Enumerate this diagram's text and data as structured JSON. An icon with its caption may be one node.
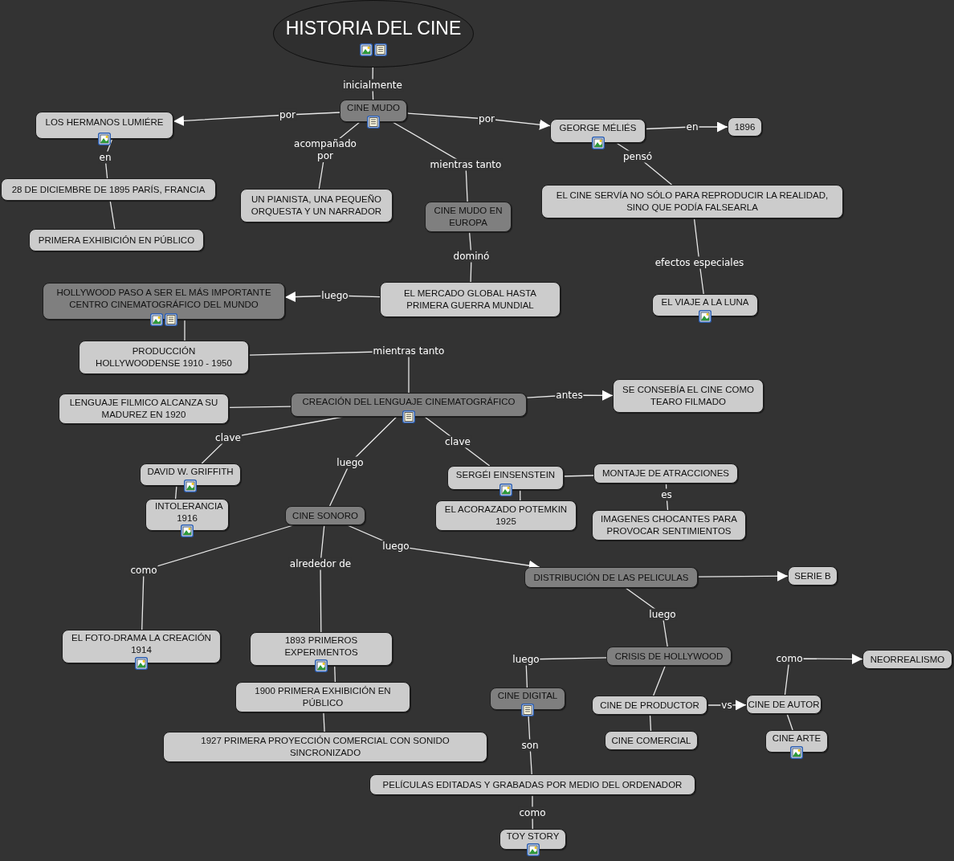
{
  "diagram": {
    "nodes": [
      {
        "text": [
          "HISTORIA DEL CINE"
        ]
      },
      {
        "text": [
          "CINE MUDO"
        ]
      },
      {
        "text": [
          "LOS HERMANOS LUMIÉRE"
        ]
      },
      {
        "text": [
          "GEORGE MÉLIÉS"
        ]
      },
      {
        "text": [
          "1896"
        ]
      },
      {
        "text": [
          "28 DE DICIEMBRE DE 1895 PARÍS, FRANCIA"
        ]
      },
      {
        "text": [
          "PRIMERA EXHIBICIÓN EN PÚBLICO"
        ]
      },
      {
        "text": [
          "UN PIANISTA, UNA PEQUEÑO ORQUESTA Y UN NARRADOR"
        ]
      },
      {
        "text": [
          "CINE MUDO EN EUROPA"
        ]
      },
      {
        "text": [
          "EL CINE SERVÍA NO SÓLO PARA REPRODUCIR LA REALIDAD, SINO QUE PODÍA FALSEARLA"
        ]
      },
      {
        "text": [
          "EL MERCADO GLOBAL HASTA PRIMERA GUERRA MUNDIAL"
        ]
      },
      {
        "text": [
          "HOLLYWOOD PASO A SER EL MÁS IMPORTANTE CENTRO CINEMATOGRÁFICO DEL MUNDO"
        ]
      },
      {
        "text": [
          "EL VIAJE A LA LUNA"
        ]
      },
      {
        "text": [
          "PRODUCCIÓN HOLLYWOODENSE 1910 - 1950"
        ]
      },
      {
        "text": [
          "CREACIÓN DEL LENGUAJE CINEMATOGRÁFICO"
        ]
      },
      {
        "text": [
          "SE CONSEBÍA EL CINE COMO TEARO FILMADO"
        ]
      },
      {
        "text": [
          "LENGUAJE FILMICO ALCANZA SU MADUREZ EN 1920"
        ]
      },
      {
        "text": [
          "DAVID W. GRIFFITH"
        ]
      },
      {
        "text": [
          "SERGÉI EINSENSTEIN"
        ]
      },
      {
        "text": [
          "MONTAJE DE ATRACCIONES"
        ]
      },
      {
        "text": [
          "INTOLERANCIA 1916"
        ]
      },
      {
        "text": [
          "EL ACORAZADO POTEMKIN 1925"
        ]
      },
      {
        "text": [
          "IMAGENES CHOCANTES PARA PROVOCAR SENTIMIENTOS"
        ]
      },
      {
        "text": [
          "CINE SONORO"
        ]
      },
      {
        "text": [
          "DISTRIBUCIÓN DE LAS PELICULAS"
        ]
      },
      {
        "text": [
          "SERIE B"
        ]
      },
      {
        "text": [
          "EL FOTO-DRAMA LA CREACIÓN 1914"
        ]
      },
      {
        "text": [
          "1893 PRIMEROS EXPERIMENTOS"
        ]
      },
      {
        "text": [
          "CRISIS DE HOLLYWOOD"
        ]
      },
      {
        "text": [
          "NEORREALISMO"
        ]
      },
      {
        "text": [
          "CINE DIGITAL"
        ]
      },
      {
        "text": [
          "CINE DE PRODUCTOR"
        ]
      },
      {
        "text": [
          "CINE DE AUTOR"
        ]
      },
      {
        "text": [
          "1900 PRIMERA EXHIBICIÓN EN PÚBLICO"
        ]
      },
      {
        "text": [
          "CINE COMERCIAL"
        ]
      },
      {
        "text": [
          "CINE ARTE"
        ]
      },
      {
        "text": [
          "1927 PRIMERA PROYECCIÓN COMERCIAL CON SONIDO SINCRONIZADO"
        ]
      },
      {
        "text": [
          "PELÍCULAS EDITADAS Y GRABADAS POR MEDIO DEL ORDENADOR"
        ]
      },
      {
        "text": [
          "TOY STORY"
        ]
      }
    ],
    "edges": [
      {
        "from": 0,
        "to": 1,
        "arrow": "none",
        "label": "inicialmente"
      },
      {
        "from": 1,
        "to": 2,
        "arrow": "to",
        "label": "por"
      },
      {
        "from": 1,
        "to": 3,
        "arrow": "to",
        "label": "por"
      },
      {
        "from": 3,
        "to": 4,
        "arrow": "to",
        "label": "en"
      },
      {
        "from": 3,
        "to": 9,
        "arrow": "none",
        "label": "pensó"
      },
      {
        "from": 1,
        "to": 7,
        "arrow": "none",
        "label": "acompañado por"
      },
      {
        "from": 1,
        "to": 8,
        "arrow": "none",
        "label": "mientras tanto"
      },
      {
        "from": 2,
        "to": 5,
        "arrow": "none",
        "label": "en"
      },
      {
        "from": 5,
        "to": 6,
        "arrow": "none"
      },
      {
        "from": 8,
        "to": 10,
        "arrow": "none",
        "label": "dominó"
      },
      {
        "from": 10,
        "to": 11,
        "arrow": "to",
        "label": "luego"
      },
      {
        "from": 9,
        "to": 12,
        "arrow": "none",
        "label": "efectos especiales"
      },
      {
        "from": 11,
        "to": 13,
        "arrow": "none"
      },
      {
        "from": 13,
        "to": 14,
        "arrow": "none",
        "label": "mientras tanto"
      },
      {
        "from": 14,
        "to": 15,
        "arrow": "to",
        "label": "antes"
      },
      {
        "from": 14,
        "to": 16,
        "arrow": "none"
      },
      {
        "from": 14,
        "to": 17,
        "arrow": "none",
        "label": "clave"
      },
      {
        "from": 14,
        "to": 18,
        "arrow": "none",
        "label": "clave"
      },
      {
        "from": 14,
        "to": 23,
        "arrow": "none",
        "label": "luego"
      },
      {
        "from": 17,
        "to": 20,
        "arrow": "none"
      },
      {
        "from": 18,
        "to": 21,
        "arrow": "none"
      },
      {
        "from": 18,
        "to": 19,
        "arrow": "none"
      },
      {
        "from": 19,
        "to": 22,
        "arrow": "none",
        "label": "es"
      },
      {
        "from": 23,
        "to": 26,
        "arrow": "none",
        "label": "como"
      },
      {
        "from": 23,
        "to": 27,
        "arrow": "none",
        "label": "alrededor de"
      },
      {
        "from": 23,
        "to": 24,
        "arrow": "to",
        "label": "luego"
      },
      {
        "from": 24,
        "to": 25,
        "arrow": "to"
      },
      {
        "from": 24,
        "to": 28,
        "arrow": "none",
        "label": "luego"
      },
      {
        "from": 28,
        "to": 30,
        "arrow": "none",
        "label": "luego"
      },
      {
        "from": 28,
        "to": 31,
        "arrow": "none"
      },
      {
        "from": 31,
        "to": 32,
        "arrow": "to",
        "label": "vs"
      },
      {
        "from": 32,
        "to": 29,
        "arrow": "to",
        "label": "como"
      },
      {
        "from": 31,
        "to": 34,
        "arrow": "none"
      },
      {
        "from": 32,
        "to": 35,
        "arrow": "none"
      },
      {
        "from": 27,
        "to": 33,
        "arrow": "none"
      },
      {
        "from": 33,
        "to": 36,
        "arrow": "none"
      },
      {
        "from": 30,
        "to": 37,
        "arrow": "none",
        "label": "son"
      },
      {
        "from": 37,
        "to": 38,
        "arrow": "none",
        "label": "como"
      }
    ]
  }
}
